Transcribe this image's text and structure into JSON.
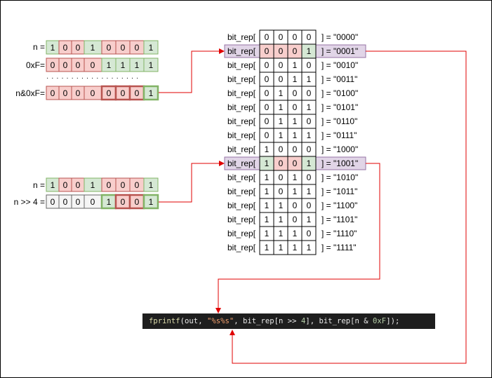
{
  "left_groups": [
    {
      "rows": [
        {
          "label": "n =",
          "bits": [
            "1",
            "0",
            "0",
            "1",
            "0",
            "0",
            "0",
            "1"
          ]
        },
        {
          "label": "0xF=",
          "bits": [
            "0",
            "0",
            "0",
            "0",
            "1",
            "1",
            "1",
            "1"
          ]
        },
        {
          "label": "n&0xF=",
          "bits": [
            "0",
            "0",
            "0",
            "0",
            "0",
            "0",
            "0",
            "1"
          ]
        }
      ],
      "dots": "· · · · · · · · · · · · · · · · · · ·"
    },
    {
      "rows": [
        {
          "label": "n =",
          "bits": [
            "1",
            "0",
            "0",
            "1",
            "0",
            "0",
            "0",
            "1"
          ]
        },
        {
          "label": "n >> 4 =",
          "bits": [
            "0",
            "0",
            "0",
            "0",
            "1",
            "0",
            "0",
            "1"
          ]
        }
      ]
    }
  ],
  "table": {
    "prefix": "bit_rep[",
    "rows": [
      {
        "bits": [
          "0",
          "0",
          "0",
          "0"
        ],
        "value": "] = \"0000\""
      },
      {
        "bits": [
          "0",
          "0",
          "0",
          "1"
        ],
        "value": "] = \"0001\""
      },
      {
        "bits": [
          "0",
          "0",
          "1",
          "0"
        ],
        "value": "] = \"0010\""
      },
      {
        "bits": [
          "0",
          "0",
          "1",
          "1"
        ],
        "value": "] = \"0011\""
      },
      {
        "bits": [
          "0",
          "1",
          "0",
          "0"
        ],
        "value": "] = \"0100\""
      },
      {
        "bits": [
          "0",
          "1",
          "0",
          "1"
        ],
        "value": "] = \"0101\""
      },
      {
        "bits": [
          "0",
          "1",
          "1",
          "0"
        ],
        "value": "] = \"0110\""
      },
      {
        "bits": [
          "0",
          "1",
          "1",
          "1"
        ],
        "value": "] = \"0111\""
      },
      {
        "bits": [
          "1",
          "0",
          "0",
          "0"
        ],
        "value": "] = \"1000\""
      },
      {
        "bits": [
          "1",
          "0",
          "0",
          "1"
        ],
        "value": "] = \"1001\""
      },
      {
        "bits": [
          "1",
          "0",
          "1",
          "0"
        ],
        "value": "] = \"1010\""
      },
      {
        "bits": [
          "1",
          "0",
          "1",
          "1"
        ],
        "value": "] = \"1011\""
      },
      {
        "bits": [
          "1",
          "1",
          "0",
          "0"
        ],
        "value": "] = \"1100\""
      },
      {
        "bits": [
          "1",
          "1",
          "0",
          "1"
        ],
        "value": "] = \"1101\""
      },
      {
        "bits": [
          "1",
          "1",
          "1",
          "0"
        ],
        "value": "] = \"1110\""
      },
      {
        "bits": [
          "1",
          "1",
          "1",
          "1"
        ],
        "value": "] = \"1111\""
      }
    ]
  },
  "code": {
    "fn": "fprintf",
    "open": "(",
    "arg1": "out",
    "comma1": ", ",
    "fmt": "\"%s%s\"",
    "comma2": ", ",
    "arr1": "bit_rep",
    "idx1_open": "[",
    "idx1": "n >> ",
    "num1": "4",
    "idx1_close": "]",
    "comma3": ", ",
    "arr2": "bit_rep",
    "idx2_open": "[",
    "idx2": "n & ",
    "num2": "0xF",
    "idx2_close": "]",
    "close": ");"
  },
  "colors": {
    "red_fill": "#f8cecc",
    "red_stroke": "#b85450",
    "green_fill": "#d5e8d4",
    "green_stroke": "#82b366",
    "purple_fill": "#e1d5e7",
    "purple_stroke": "#9673a6",
    "gray_fill": "#f5f5f5",
    "gray_stroke": "#666666",
    "arrow": "#e00000",
    "code_bg": "#1e1e1e"
  }
}
